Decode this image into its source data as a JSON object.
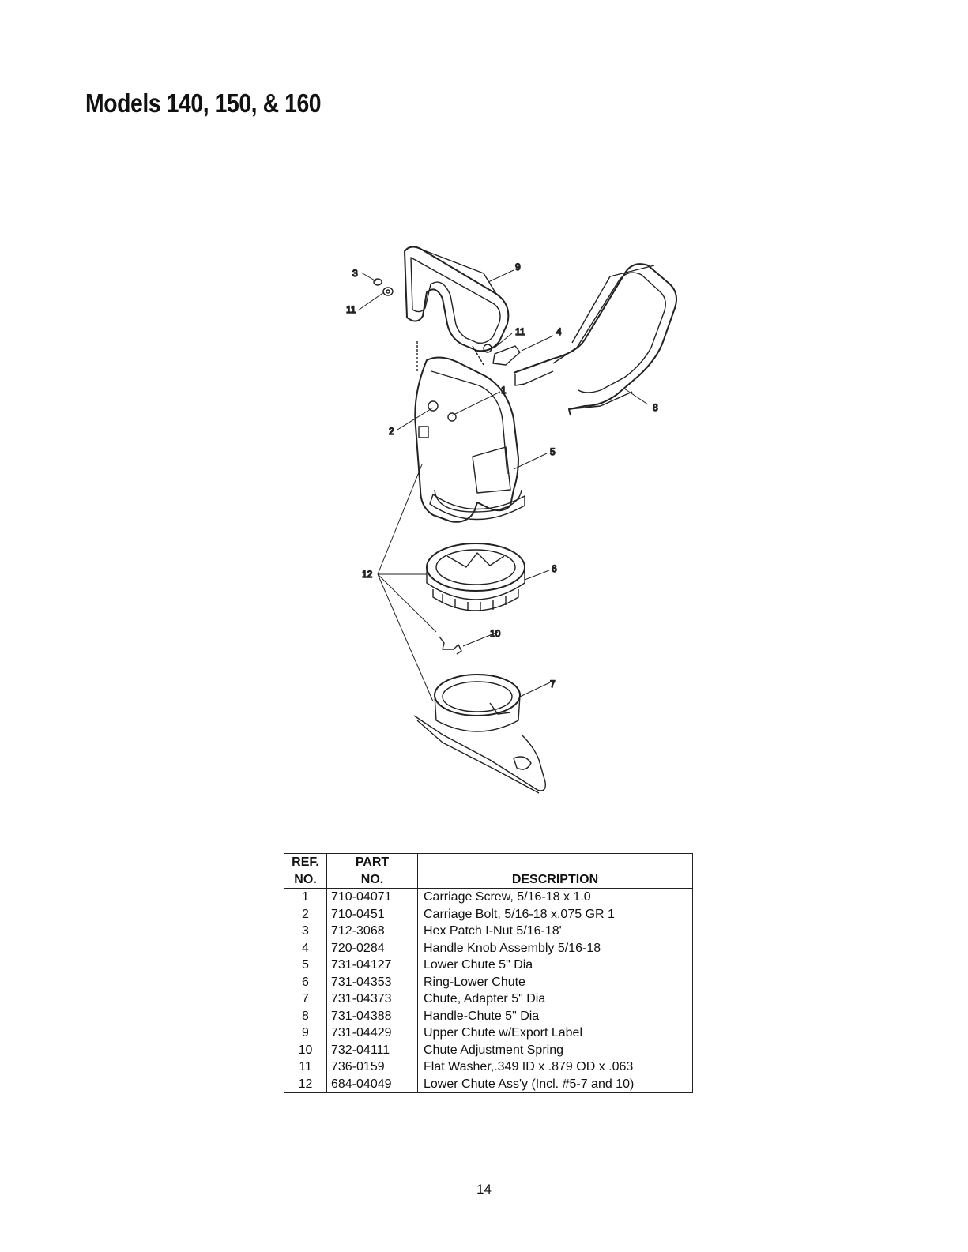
{
  "page": {
    "title": "Models 140, 150, & 160",
    "page_number": "14"
  },
  "diagram": {
    "callouts": [
      "1",
      "2",
      "3",
      "4",
      "5",
      "6",
      "7",
      "8",
      "9",
      "10",
      "11",
      "11",
      "12"
    ]
  },
  "parts_table": {
    "headers": {
      "ref_line1": "REF.",
      "ref_line2": "NO.",
      "part_line1": "PART",
      "part_line2": "NO.",
      "description": "DESCRIPTION"
    },
    "rows": [
      {
        "ref": "1",
        "part": "710-04071",
        "description": "Carriage Screw, 5/16-18 x 1.0"
      },
      {
        "ref": "2",
        "part": "710-0451",
        "description": "Carriage Bolt, 5/16-18 x.075 GR 1"
      },
      {
        "ref": "3",
        "part": "712-3068",
        "description": "Hex Patch I-Nut 5/16-18'"
      },
      {
        "ref": "4",
        "part": "720-0284",
        "description": "Handle Knob Assembly 5/16-18"
      },
      {
        "ref": "5",
        "part": "731-04127",
        "description": "Lower Chute 5\" Dia"
      },
      {
        "ref": "6",
        "part": "731-04353",
        "description": "Ring-Lower Chute"
      },
      {
        "ref": "7",
        "part": "731-04373",
        "description": "Chute, Adapter 5\" Dia"
      },
      {
        "ref": "8",
        "part": "731-04388",
        "description": "Handle-Chute 5\" Dia"
      },
      {
        "ref": "9",
        "part": "731-04429",
        "description": "Upper Chute w/Export Label"
      },
      {
        "ref": "10",
        "part": "732-04111",
        "description": "Chute Adjustment Spring"
      },
      {
        "ref": "11",
        "part": "736-0159",
        "description": "Flat Washer,.349 ID x .879 OD x .063"
      },
      {
        "ref": "12",
        "part": "684-04049",
        "description": "Lower Chute Ass'y (Incl. #5-7 and 10)"
      }
    ]
  }
}
